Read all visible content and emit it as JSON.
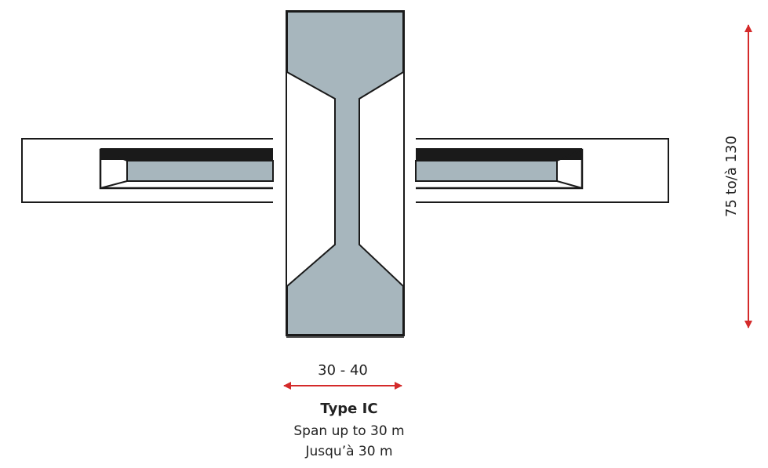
{
  "dimensions": {
    "width_label": "30 - 40",
    "height_label": "75 to/à 130"
  },
  "caption": {
    "title": "Type IC",
    "line_en": "Span up to 30 m",
    "line_fr": "Jusqu’à 30 m"
  },
  "colors": {
    "concrete_fill": "#a7b6bd",
    "outline": "#1a1a1a",
    "dimension_arrow": "#d42a2a",
    "background": "#ffffff"
  }
}
